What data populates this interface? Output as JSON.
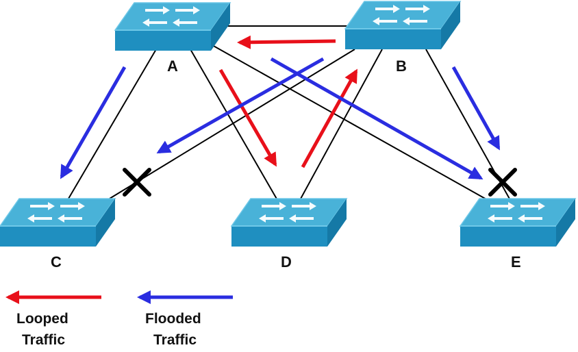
{
  "colors": {
    "looped": "#e8101a",
    "flooded": "#2a2de0",
    "link": "#000000",
    "switch_top": "#49b2d8",
    "switch_front": "#1f8fc0",
    "switch_side": "#1579a6",
    "switch_edge": "#6fc8e8",
    "blocked_mark": "#000000"
  },
  "icons": {
    "switch": "network-switch-icon",
    "blocked": "x-mark-icon"
  },
  "switches": [
    {
      "id": "A",
      "label": "A"
    },
    {
      "id": "B",
      "label": "B"
    },
    {
      "id": "C",
      "label": "C"
    },
    {
      "id": "D",
      "label": "D"
    },
    {
      "id": "E",
      "label": "E"
    }
  ],
  "links": [
    {
      "from": "A",
      "to": "B"
    },
    {
      "from": "A",
      "to": "C"
    },
    {
      "from": "A",
      "to": "D"
    },
    {
      "from": "A",
      "to": "E"
    },
    {
      "from": "B",
      "to": "C",
      "blocked": true
    },
    {
      "from": "B",
      "to": "D"
    },
    {
      "from": "B",
      "to": "E",
      "blocked": true
    }
  ],
  "traffic": [
    {
      "type": "looped",
      "from": "B",
      "to": "A"
    },
    {
      "type": "looped",
      "from": "A",
      "to": "D"
    },
    {
      "type": "looped",
      "from": "D",
      "to": "B"
    },
    {
      "type": "flooded",
      "from": "A",
      "to": "C"
    },
    {
      "type": "flooded",
      "from": "B",
      "to": "C"
    },
    {
      "type": "flooded",
      "from": "A",
      "to": "E"
    },
    {
      "type": "flooded",
      "from": "B",
      "to": "E"
    }
  ],
  "legend": {
    "looped": {
      "line1": "Looped",
      "line2": "Traffic"
    },
    "flooded": {
      "line1": "Flooded",
      "line2": "Traffic"
    }
  }
}
